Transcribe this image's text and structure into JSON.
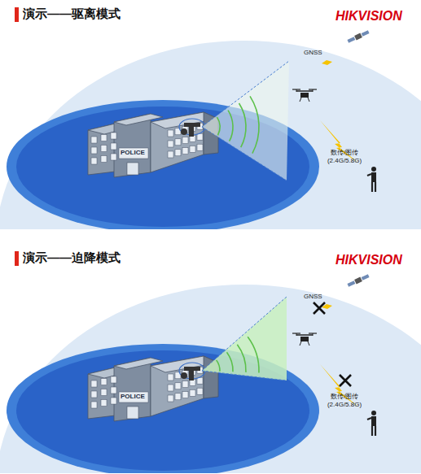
{
  "diagram": {
    "labels": [
      "演示——驱离模式",
      "HIKVISION",
      "GNSS",
      "数传/图传 (2.4G/5.8G)",
      "POLICE",
      "演示——迫降模式",
      "HIKVISION",
      "GNSS",
      "数传/图传 (2.4G/5.8G)",
      "POLICE"
    ]
  }
}
